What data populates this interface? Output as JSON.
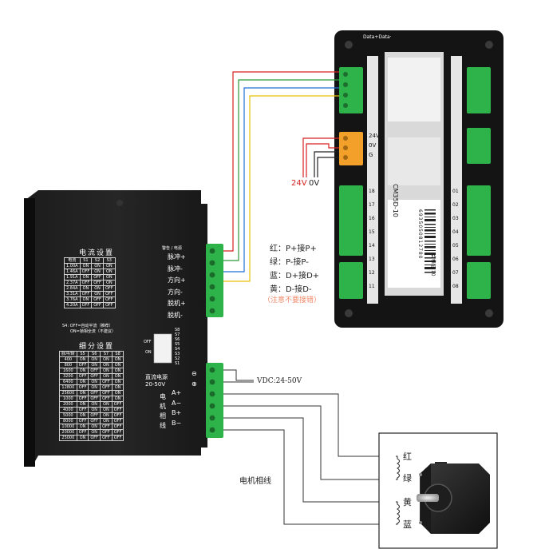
{
  "controller": {
    "brand": "Data+Data·",
    "model": "CM35D-10",
    "power_labels": [
      "24V",
      "0V",
      "G"
    ],
    "left_connector_pins": [
      "18",
      "17",
      "16",
      "15",
      "14",
      "13",
      "12",
      "11"
    ],
    "right_connector_pins": [
      "01",
      "02",
      "03",
      "04",
      "05",
      "06",
      "07",
      "08"
    ],
    "sticker": "合格证  10",
    "barcode_number": "6935050812780"
  },
  "power_supply": {
    "v24": "24V",
    "v0": "0V"
  },
  "driver": {
    "current_title": "电流设置",
    "current_headers": [
      "电流",
      "S1",
      "S2",
      "S3"
    ],
    "current_rows": [
      [
        "1.00A",
        "ON",
        "ON",
        "ON"
      ],
      [
        "1.46A",
        "OFF",
        "ON",
        "ON"
      ],
      [
        "1.91A",
        "ON",
        "OFF",
        "ON"
      ],
      [
        "2.37A",
        "OFF",
        "OFF",
        "ON"
      ],
      [
        "2.84A",
        "ON",
        "ON",
        "OFF"
      ],
      [
        "3.31A",
        "OFF",
        "ON",
        "OFF"
      ],
      [
        "3.76A",
        "ON",
        "OFF",
        "OFF"
      ],
      [
        "4.20A",
        "OFF",
        "OFF",
        "OFF"
      ]
    ],
    "note1": "S4: OFF=自动半流（推荐）",
    "note2": "ON=锁相全流（不建议）",
    "microstep_title": "细分设置",
    "microstep_headers": [
      "脉冲/转",
      "S5",
      "S6",
      "S7",
      "S8"
    ],
    "microstep_rows": [
      [
        "400",
        "ON",
        "ON",
        "ON",
        "ON"
      ],
      [
        "800",
        "OFF",
        "ON",
        "ON",
        "ON"
      ],
      [
        "1600",
        "ON",
        "OFF",
        "ON",
        "ON"
      ],
      [
        "3200",
        "OFF",
        "OFF",
        "ON",
        "ON"
      ],
      [
        "6400",
        "ON",
        "ON",
        "OFF",
        "ON"
      ],
      [
        "12800",
        "OFF",
        "ON",
        "OFF",
        "ON"
      ],
      [
        "25600",
        "ON",
        "OFF",
        "OFF",
        "ON"
      ],
      [
        "1000",
        "OFF",
        "OFF",
        "OFF",
        "ON"
      ],
      [
        "2000",
        "ON",
        "ON",
        "ON",
        "OFF"
      ],
      [
        "4000",
        "OFF",
        "ON",
        "ON",
        "OFF"
      ],
      [
        "5000",
        "ON",
        "OFF",
        "ON",
        "OFF"
      ],
      [
        "8000",
        "OFF",
        "OFF",
        "ON",
        "OFF"
      ],
      [
        "10000",
        "ON",
        "ON",
        "OFF",
        "OFF"
      ],
      [
        "20000",
        "OFF",
        "ON",
        "OFF",
        "OFF"
      ],
      [
        "25000",
        "ON",
        "OFF",
        "OFF",
        "OFF"
      ]
    ],
    "signal_header": "警告 / 电源",
    "signal_labels": [
      "脉冲+",
      "脉冲-",
      "方向+",
      "方向-",
      "脱机+",
      "脱机-"
    ],
    "switch_labels": [
      "S8",
      "S7",
      "S6",
      "S5",
      "S4",
      "S3",
      "S2",
      "S1"
    ],
    "off_label": "OFF",
    "on_label": "ON",
    "dc_label": "直流电源",
    "dc_range": "20-50V",
    "dc_minus": "⊖",
    "dc_plus": "⊕",
    "motor_vertical": [
      "电",
      "机",
      "相",
      "线"
    ],
    "phase_labels": [
      "A+",
      "A−",
      "B+",
      "B−"
    ]
  },
  "legend": {
    "lines": [
      "红：P+接P+",
      "绿：P-接P-",
      "蓝：D+接D+",
      "黄：D-接D-"
    ],
    "warning": "（注意不要接错）"
  },
  "vdc_label": "VDC:24-50V",
  "motor_phase_label": "电机相线",
  "motor_colors": [
    "红",
    "绿",
    "黄",
    "蓝"
  ],
  "colors": {
    "red": "#d62020",
    "green": "#2f9a3c",
    "blue": "#1e6fd6",
    "yellow": "#e8c000",
    "terminal_green": "#2eb24a",
    "warning": "#f08a6a",
    "device_black": "#141414"
  }
}
